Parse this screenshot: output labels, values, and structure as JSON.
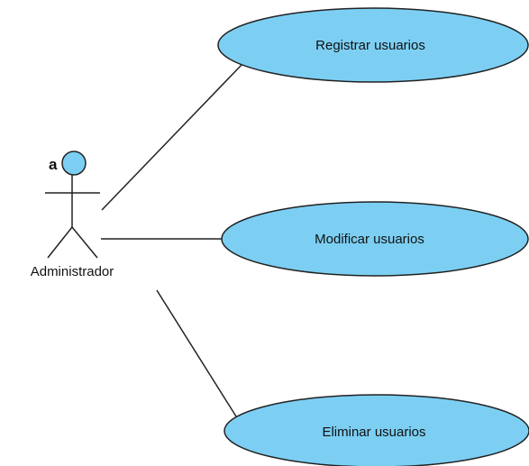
{
  "colors": {
    "background": "#ffffff",
    "usecase_fill": "#7ccff3",
    "stroke": "#222222",
    "actor_head_fill": "#7ccff3"
  },
  "actor": {
    "marker": "a",
    "name": "Administrador"
  },
  "use_cases": [
    {
      "label": "Registrar usuarios"
    },
    {
      "label": "Modificar usuarios"
    },
    {
      "label": "Eliminar usuarios"
    }
  ]
}
